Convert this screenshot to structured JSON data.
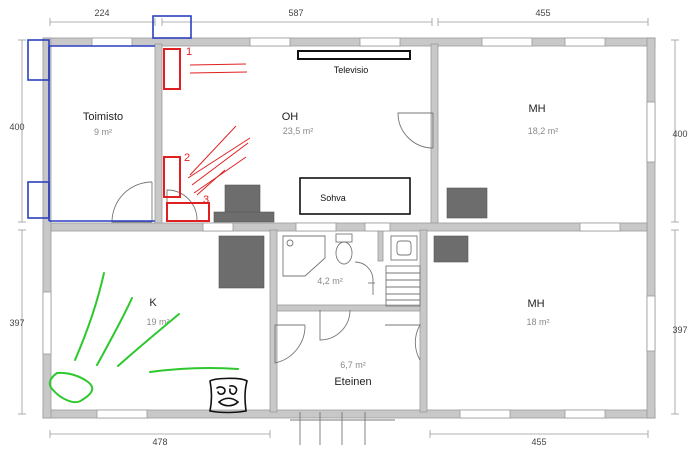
{
  "dimensions": {
    "top_left": "224",
    "top_mid": "587",
    "top_right": "455",
    "bottom_left": "478",
    "bottom_right": "455",
    "left_upper": "400",
    "left_lower": "397",
    "right_upper": "400",
    "right_lower": "397"
  },
  "rooms": {
    "toimisto": {
      "name": "Toimisto",
      "area": "9 m²"
    },
    "oh": {
      "name": "OH",
      "area": "23,5 m²"
    },
    "mh_upper": {
      "name": "MH",
      "area": "18,2 m²"
    },
    "k": {
      "name": "K",
      "area": "19 m²"
    },
    "mh_lower": {
      "name": "MH",
      "area": "18 m²"
    },
    "bathroom": {
      "name": "",
      "area": "4,2 m²"
    },
    "eteinen": {
      "name": "Eteinen",
      "area": "6,7 m²"
    }
  },
  "furniture": {
    "televisio": "Televisio",
    "sohva": "Sohva"
  },
  "markers": {
    "one": "1",
    "two": "2",
    "three": "3"
  },
  "colors": {
    "wall": "#c8c8c8",
    "wall_edge": "#9a9a9a",
    "appliance": "#6d6d6d",
    "red_marker": "#e02020",
    "blue_marker": "#2a3fc0",
    "green_scribble": "#2ec82e",
    "ink": "#111111"
  }
}
